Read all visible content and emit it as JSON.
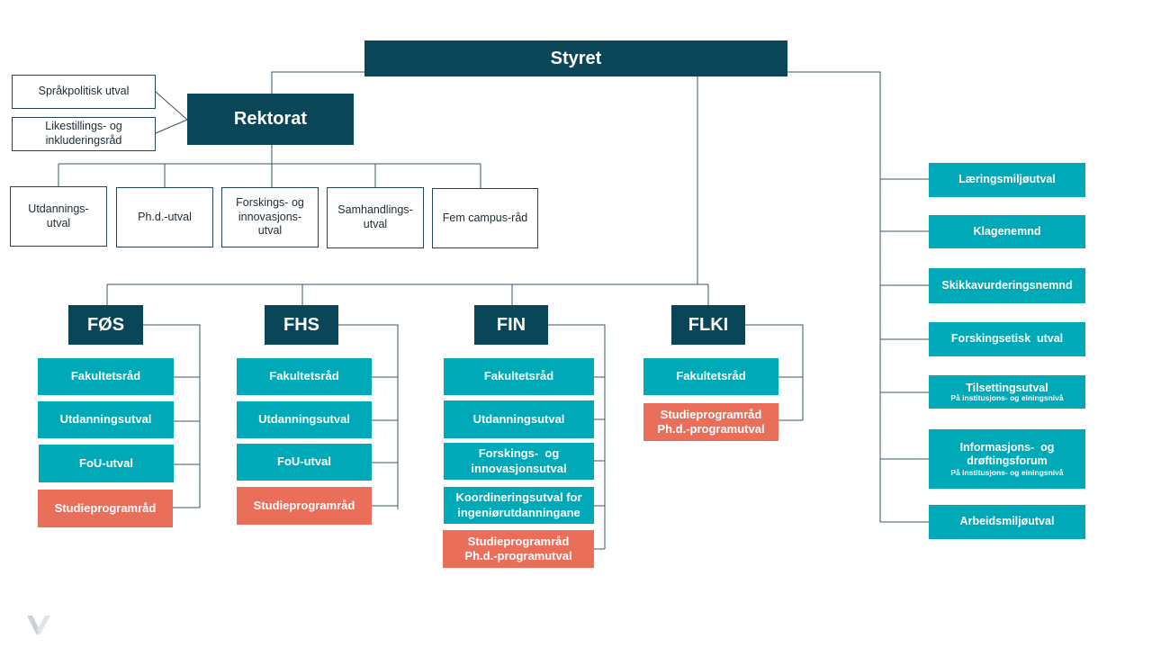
{
  "board": {
    "label": "Styret"
  },
  "rectorate": {
    "label": "Rektorat"
  },
  "rectorate_advisory": [
    {
      "lines": [
        "Språkpolitisk utval"
      ]
    },
    {
      "lines": [
        "Likestillings- og",
        "inkluderingsråd"
      ]
    }
  ],
  "rectorate_committees": [
    {
      "lines": [
        "Utdannings-",
        "utval"
      ]
    },
    {
      "lines": [
        "Ph.d.-utval"
      ]
    },
    {
      "lines": [
        "Forskings- og",
        "innovasjons-",
        "utval"
      ]
    },
    {
      "lines": [
        "Samhandlings-",
        "utval"
      ]
    },
    {
      "lines": [
        "Fem campus-råd"
      ]
    }
  ],
  "faculties": [
    {
      "name": "FØS",
      "units": [
        {
          "lines": [
            "Fakultetsråd"
          ]
        },
        {
          "lines": [
            "Utdanningsutval"
          ]
        },
        {
          "lines": [
            "FoU-utval"
          ]
        },
        {
          "lines": [
            "Studieprogramråd"
          ]
        }
      ]
    },
    {
      "name": "FHS",
      "units": [
        {
          "lines": [
            "Fakultetsråd"
          ]
        },
        {
          "lines": [
            "Utdanningsutval"
          ]
        },
        {
          "lines": [
            "FoU-utval"
          ]
        },
        {
          "lines": [
            "Studieprogramråd"
          ]
        }
      ]
    },
    {
      "name": "FIN",
      "units": [
        {
          "lines": [
            "Fakultetsråd"
          ]
        },
        {
          "lines": [
            "Utdanningsutval"
          ]
        },
        {
          "lines": [
            "Forskings-  og",
            "innovasjonsutval"
          ]
        },
        {
          "lines": [
            "Koordineringsutval for",
            "ingeniørutdanningane"
          ]
        },
        {
          "lines": [
            "Studieprogramråd",
            "Ph.d.-programutval"
          ]
        }
      ]
    },
    {
      "name": "FLKI",
      "units": [
        {
          "lines": [
            "Fakultetsråd"
          ]
        },
        {
          "lines": [
            "Studieprogramråd",
            "Ph.d.-programutval"
          ]
        }
      ]
    }
  ],
  "central_bodies": [
    {
      "lines": [
        "Læringsmiljøutval"
      ]
    },
    {
      "lines": [
        "Klagenemnd"
      ]
    },
    {
      "lines": [
        "Skikkavurderingsnemnd"
      ]
    },
    {
      "lines": [
        "Forskingsetisk  utval"
      ]
    },
    {
      "lines": [
        "Tilsettingsutval"
      ],
      "note": "På institusjons- og einingsnivå"
    },
    {
      "lines": [
        "Informasjons-  og",
        "drøftingsforum"
      ],
      "note": "På institusjons- og einingsnivå"
    },
    {
      "lines": [
        "Arbeidsmiljøutval"
      ]
    }
  ],
  "logo": {
    "icon": "v-logo-icon"
  },
  "colors": {
    "dark": "#0b4658",
    "teal": "#00a9b7",
    "salmon": "#e96f5b",
    "line": "#3a5464"
  }
}
